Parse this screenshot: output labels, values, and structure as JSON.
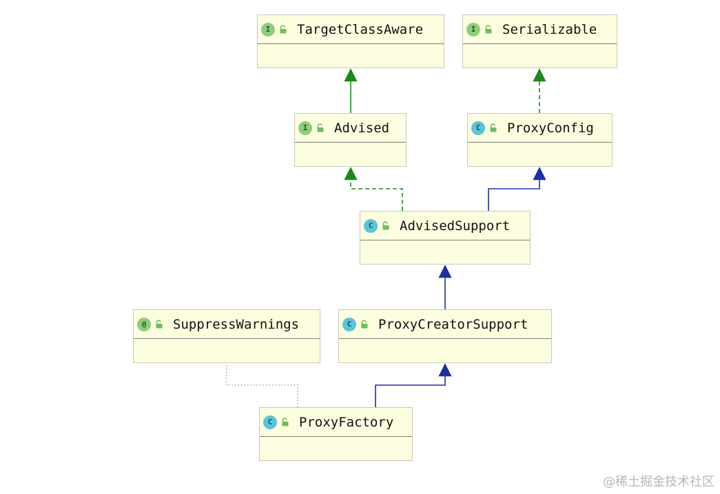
{
  "nodes": [
    {
      "id": "target-class-aware",
      "kind": "interface",
      "badge": "I",
      "name": "TargetClassAware"
    },
    {
      "id": "serializable",
      "kind": "interface",
      "badge": "I",
      "name": "Serializable"
    },
    {
      "id": "advised",
      "kind": "interface",
      "badge": "I",
      "name": "Advised"
    },
    {
      "id": "proxy-config",
      "kind": "class",
      "badge": "C",
      "name": "ProxyConfig"
    },
    {
      "id": "advised-support",
      "kind": "class",
      "badge": "C",
      "name": "AdvisedSupport"
    },
    {
      "id": "suppress-warnings",
      "kind": "annotation",
      "badge": "@",
      "name": "SuppressWarnings"
    },
    {
      "id": "proxy-creator-support",
      "kind": "class",
      "badge": "C",
      "name": "ProxyCreatorSupport"
    },
    {
      "id": "proxy-factory",
      "kind": "class",
      "badge": "C",
      "name": "ProxyFactory"
    }
  ],
  "edges": [
    {
      "from": "advised",
      "to": "target-class-aware",
      "type": "extends",
      "color": "#1a8a1a",
      "style": "solid"
    },
    {
      "from": "proxy-config",
      "to": "serializable",
      "type": "implements",
      "color": "#1a8a1a",
      "style": "dashed"
    },
    {
      "from": "advised-support",
      "to": "advised",
      "type": "implements",
      "color": "#1a8a1a",
      "style": "dashed"
    },
    {
      "from": "advised-support",
      "to": "proxy-config",
      "type": "extends",
      "color": "#1e2fa0",
      "style": "solid"
    },
    {
      "from": "proxy-creator-support",
      "to": "advised-support",
      "type": "extends",
      "color": "#1e2fa0",
      "style": "solid"
    },
    {
      "from": "proxy-factory",
      "to": "proxy-creator-support",
      "type": "extends",
      "color": "#1e2fa0",
      "style": "solid"
    },
    {
      "from": "proxy-factory",
      "to": "suppress-warnings",
      "type": "annotated",
      "color": "#b89c6a",
      "style": "dotted"
    }
  ],
  "watermark": "@稀土掘金技术社区",
  "colors": {
    "node_fill": "#fdfde0",
    "node_border": "#c9c9b4",
    "interface_badge": "#8ccf7a",
    "class_badge": "#5bc4d6",
    "lock": "#6bbf59"
  }
}
